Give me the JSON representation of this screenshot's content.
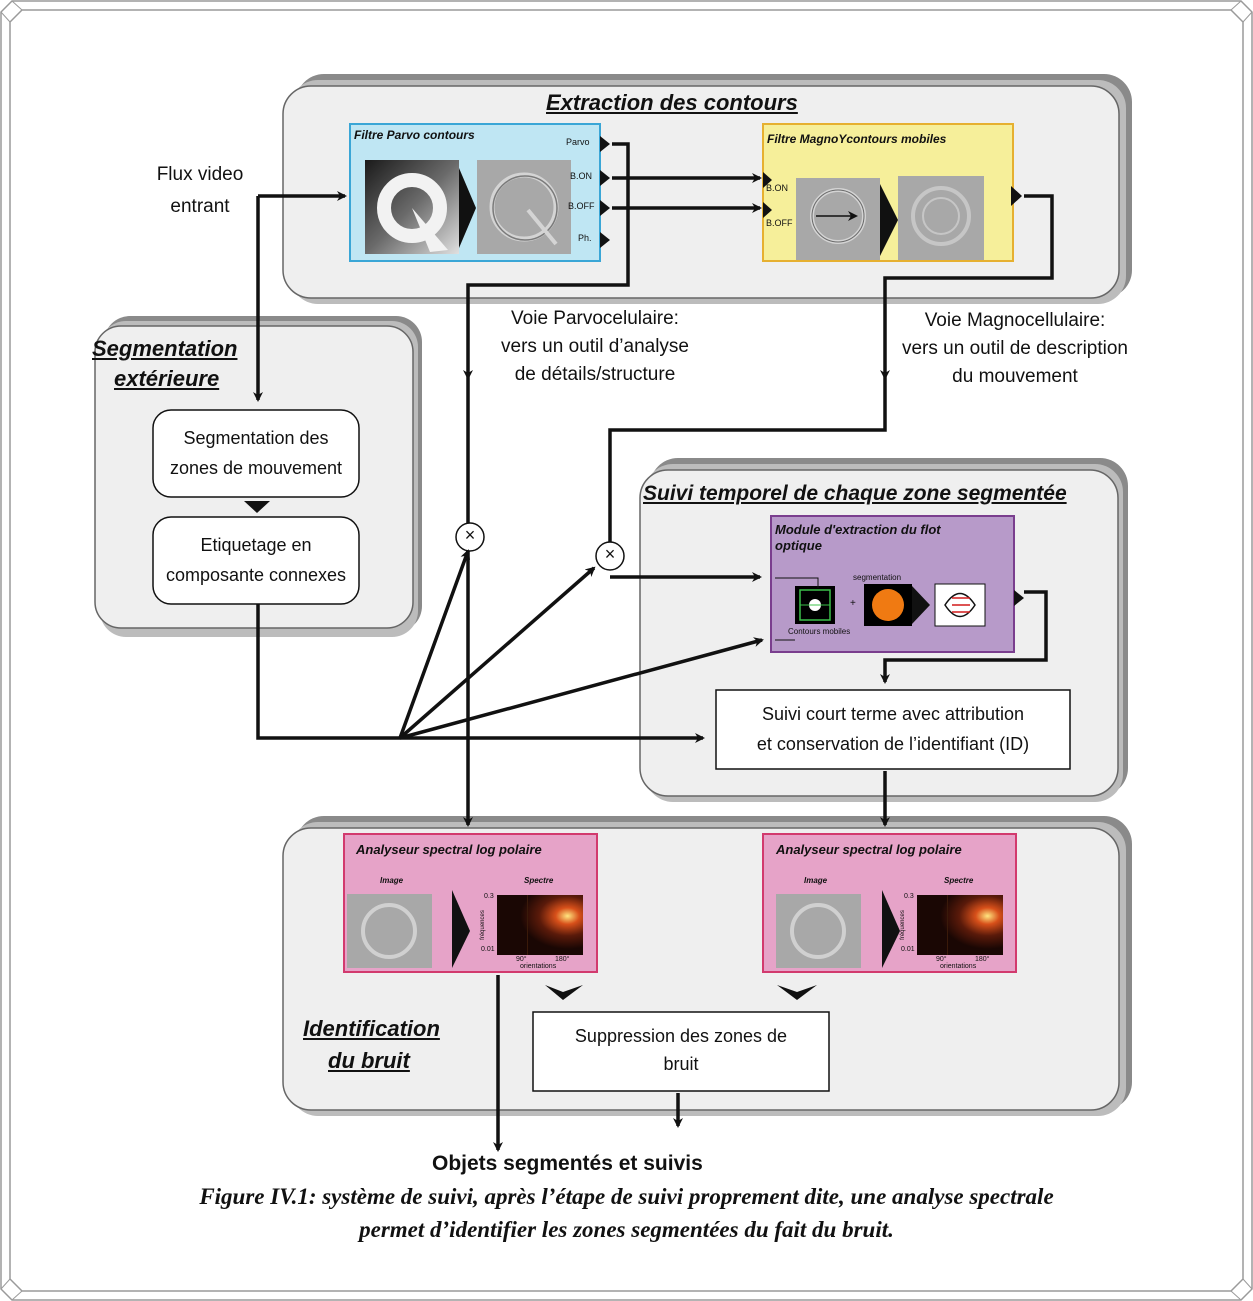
{
  "panels": {
    "extraction_title": "Extraction des contours",
    "segmentation_title_l1": "Segmentation",
    "segmentation_title_l2": "extérieure",
    "suivi_title": "Suivi temporel de chaque zone segmentée",
    "identification_title_l1": "Identification",
    "identification_title_l2": "du bruit"
  },
  "parvo": {
    "title": "Filtre Parvo contours",
    "ports": [
      "Parvo",
      "B.ON",
      "B.OFF",
      "Ph."
    ]
  },
  "magno": {
    "title": "Filtre MagnoYcontours mobiles",
    "ports": [
      "B.ON",
      "B.OFF"
    ]
  },
  "flux": {
    "line1": "Flux video",
    "line2": "entrant"
  },
  "voie_parvo": {
    "line1": "Voie Parvocelulaire:",
    "line2": "vers un outil d’analyse",
    "line3": "de détails/structure"
  },
  "voie_magno": {
    "line1": "Voie Magnocellulaire:",
    "line2": "vers un outil de description",
    "line3": "du mouvement"
  },
  "seg_box1": {
    "line1": "Segmentation des",
    "line2": "zones de mouvement"
  },
  "seg_box2": {
    "line1": "Etiquetage en",
    "line2": "composante connexes"
  },
  "flot": {
    "title_l1": "Module d'extraction du flot",
    "title_l2": "optique",
    "seg_label": "segmentation",
    "contours_label": "Contours mobiles"
  },
  "suivi_box": {
    "line1": "Suivi court terme avec attribution",
    "line2": "et conservation de l’identifiant (ID)"
  },
  "analyseur": {
    "title": "Analyseur spectral log polaire",
    "image_label": "Image",
    "spectre_label": "Spectre",
    "y_top": "0.3",
    "y_bottom": "0.01",
    "y_axis": "fréquences",
    "x_left": "90°",
    "x_right": "180°",
    "x_axis": "orientations"
  },
  "suppression": {
    "line1": "Suppression des zones de",
    "line2": "bruit"
  },
  "operator_symbol": "×",
  "output_label": "Objets segmentés et suivis",
  "caption": {
    "line1": "Figure IV.1: système de suivi, après l’étape de suivi proprement dite, une analyse spectrale",
    "line2": "permet d’identifier les zones segmentées du fait du bruit."
  },
  "colors": {
    "parvo_fill": "#bfe6f3",
    "parvo_border": "#3aa6d6",
    "magno_fill": "#f6ef9a",
    "magno_border": "#e6b030",
    "flot_fill": "#b79ac9",
    "flot_border": "#7a3e8e",
    "analyseur_fill": "#e6a3c8",
    "analyseur_border": "#d23a6e",
    "panel_fill": "#efefef"
  }
}
